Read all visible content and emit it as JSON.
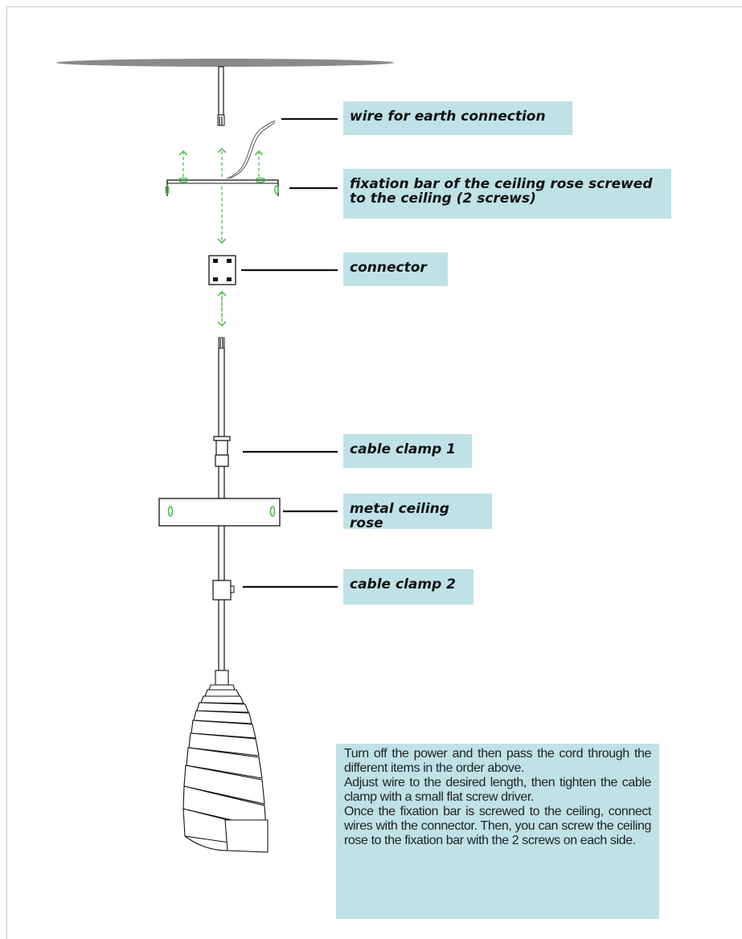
{
  "labels": {
    "earth_wire": "wire for earth connection",
    "fixation_bar": "fixation bar of the ceiling rose screwed to the ceiling (2 screws)",
    "connector": "connector",
    "cable_clamp_1": "cable clamp 1",
    "ceiling_rose": "metal ceiling rose",
    "cable_clamp_2": "cable clamp 2"
  },
  "instructions": [
    "Turn off the power and then pass the cord through the different items in the order above.",
    "Adjust wire to the desired length, then tighten the cable clamp with a small flat screw driver.",
    "Once the fixation bar is screwed to the ceiling, connect wires with the connector. Then, you can screw the ceiling rose to the fixation bar with the 2 screws on each side."
  ],
  "colors": {
    "label_background": "#bfe2e6",
    "arrow_green": "#4cc04c",
    "ceiling_gray": "#8a8a8a",
    "line": "#111111"
  },
  "icons": [
    "ceiling-disc",
    "dashed-arrow-icon",
    "pendant-shade"
  ]
}
